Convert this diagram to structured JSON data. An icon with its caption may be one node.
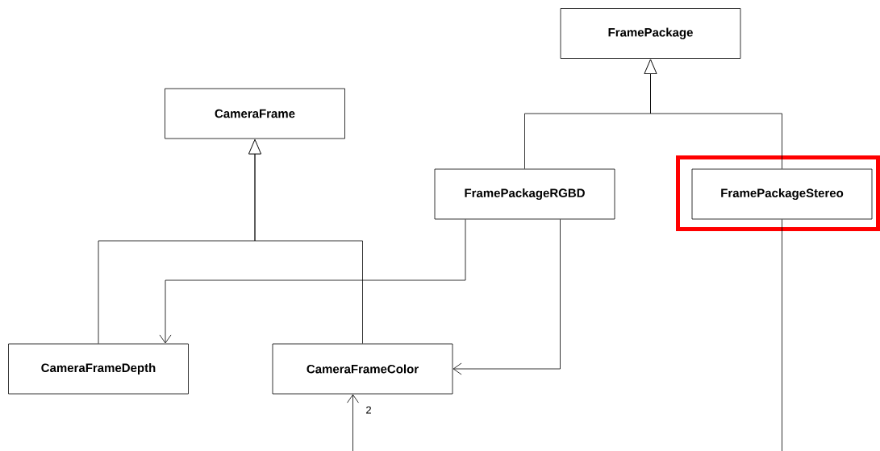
{
  "diagram": {
    "nodes": [
      {
        "text": [
          "FramePackage"
        ]
      },
      {
        "text": [
          "CameraFrame"
        ]
      },
      {
        "text": [
          "FramePackageRGBD"
        ]
      },
      {
        "text": [
          "FramePackageStereo"
        ]
      },
      {
        "text": [
          "CameraFrameDepth"
        ]
      },
      {
        "text": [
          "CameraFrameColor"
        ]
      }
    ],
    "edges": [
      {
        "from": 2,
        "to": 0,
        "arrow": "to"
      },
      {
        "from": 3,
        "to": 0,
        "arrow": "to"
      },
      {
        "from": 4,
        "to": 1,
        "arrow": "to"
      },
      {
        "from": 5,
        "to": 1,
        "arrow": "to"
      },
      {
        "from": 2,
        "to": 4,
        "arrow": "to"
      },
      {
        "from": 2,
        "to": 5,
        "arrow": "to"
      },
      {
        "from": 3,
        "to": null,
        "arrow": "none"
      },
      {
        "from": null,
        "to": 5,
        "arrow": "to",
        "label": "2"
      }
    ]
  }
}
